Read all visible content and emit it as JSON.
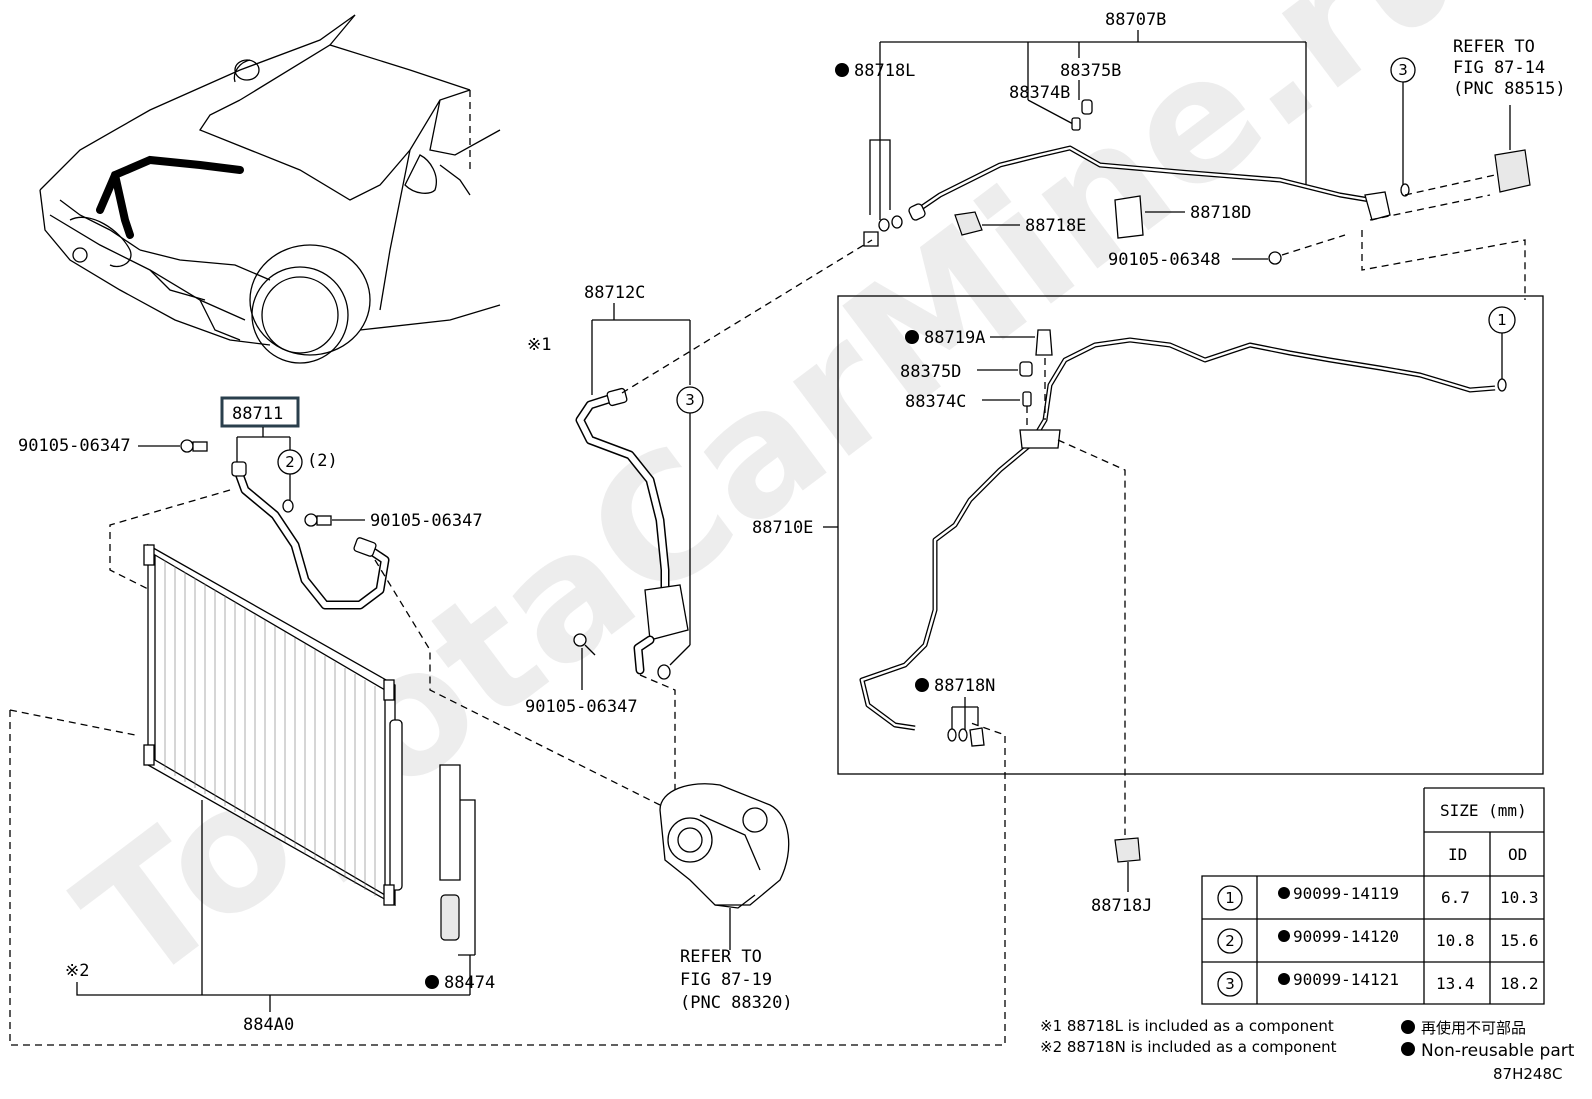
{
  "callouts": {
    "c88707B": "88707B",
    "c88718L": "88718L",
    "c88375B": "88375B",
    "c88374B": "88374B",
    "c88718E": "88718E",
    "c88718D": "88718D",
    "c90105_06348": "90105-06348",
    "c88712C": "88712C",
    "c88711": "88711",
    "c90105_06347_a": "90105-06347",
    "c90105_06347_b": "90105-06347",
    "c90105_06347_c": "90105-06347",
    "c88719A": "88719A",
    "c88375D": "88375D",
    "c88374C": "88374C",
    "c88710E": "88710E",
    "c88718N": "88718N",
    "c88718J": "88718J",
    "c88474": "88474",
    "c884A0": "884A0",
    "note1_mark": "※1",
    "note2_mark": "※2",
    "paren2": "(2)"
  },
  "circle_refs": {
    "r1": "1",
    "r2": "2",
    "r3": "3"
  },
  "refer_top": [
    "REFER TO",
    "FIG 87-14",
    "(PNC 88515)"
  ],
  "refer_bottom": [
    "REFER TO",
    "FIG 87-19",
    "(PNC 88320)"
  ],
  "size_table": {
    "header": "SIZE (mm)",
    "col_id": "ID",
    "col_od": "OD",
    "rows": [
      {
        "ref": "1",
        "part": "90099-14119",
        "id": "6.7",
        "od": "10.3"
      },
      {
        "ref": "2",
        "part": "90099-14120",
        "id": "10.8",
        "od": "15.6"
      },
      {
        "ref": "3",
        "part": "90099-14121",
        "id": "13.4",
        "od": "18.2"
      }
    ]
  },
  "notes": [
    "※1 88718L is included as a component",
    "※2 88718N is included as a component"
  ],
  "legend": {
    "jp": "再使用不可部品",
    "en": "Non-reusable part"
  },
  "figure_code": "87H248C",
  "watermark": "ToyotaCarMine.ru"
}
